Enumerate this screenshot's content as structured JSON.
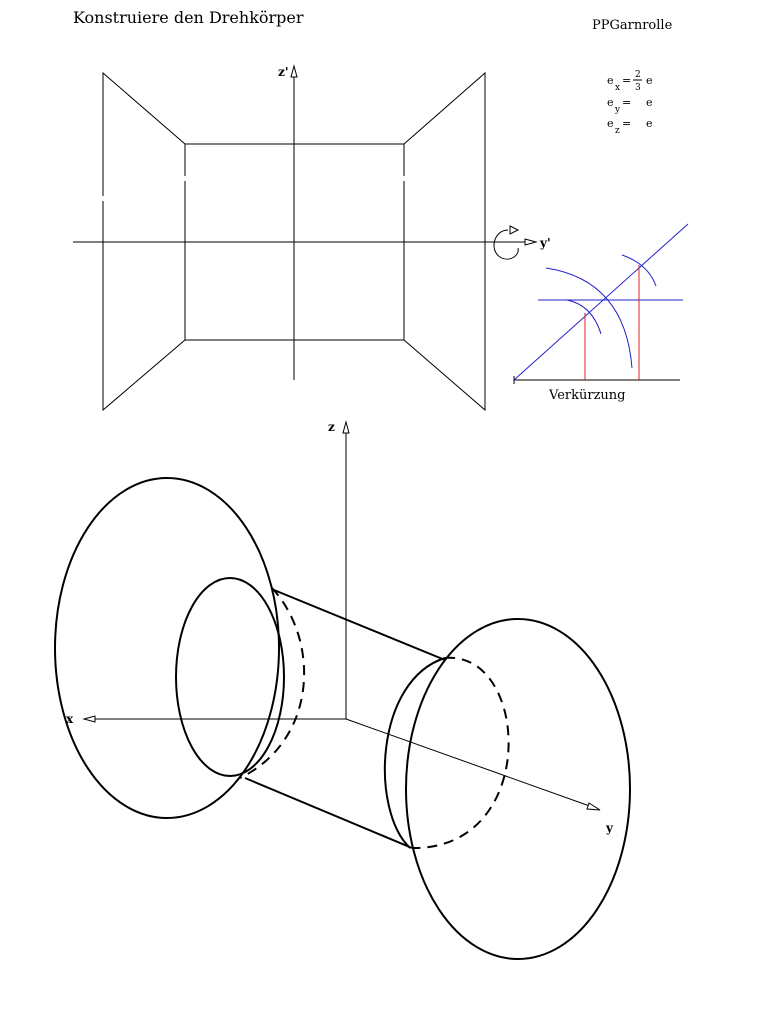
{
  "header": {
    "title": "Konstruiere den Drehkörper",
    "author": "PPGarnrolle"
  },
  "ratios": {
    "ex": {
      "base": "e",
      "sub": "x",
      "eq": "=",
      "num": "2",
      "den": "3",
      "factor": "e"
    },
    "ey": {
      "base": "e",
      "sub": "y",
      "eq": "=",
      "factor": "e"
    },
    "ez": {
      "base": "e",
      "sub": "z",
      "eq": "=",
      "factor": "e"
    }
  },
  "front_view": {
    "axis_z": "z'",
    "axis_y": "y'"
  },
  "shortening": {
    "label": "Verkürzung"
  },
  "oblique_view": {
    "axis_x": "x",
    "axis_y": "y",
    "axis_z": "z"
  }
}
